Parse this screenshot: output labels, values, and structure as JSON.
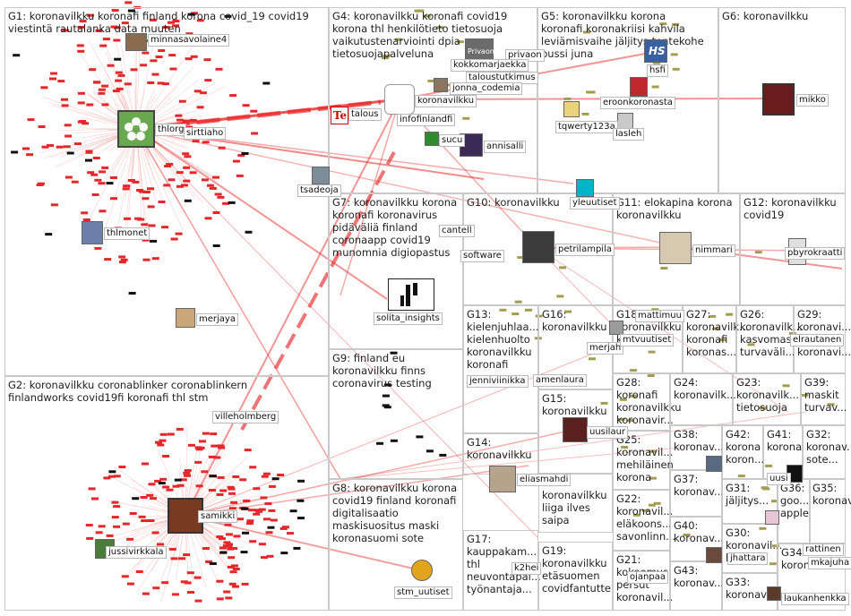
{
  "groups": [
    {
      "id": "g1",
      "title": "G1: koronavilkku koronafi finland korona covid_19 covid19\nviestintä rautalanka data muuten"
    },
    {
      "id": "g2",
      "title": "G2: koronavilkku coronablinker coronablinkern\nfinlandworks covid19fi koronafi thl stm"
    },
    {
      "id": "g4",
      "title": "G4: koronavilkku koronafi covid19\nkorona thl henkilötieto tietosuoja\nvaikutustenarviointi dpia\ntietosuojapalveluna"
    },
    {
      "id": "g5",
      "title": "G5: koronavilkku korona\nkoronafi koronakriisi kahvila\nleviämisvaihe jäljitys tentekohe\nbussi juna"
    },
    {
      "id": "g6",
      "title": "G6: koronavilkku"
    },
    {
      "id": "g7",
      "title": "G7: koronavilkku korona\nkoronafi koronavirus\npidäväliä finland\ncoronaapp covid19\nmunomnia digiopastus"
    },
    {
      "id": "g9",
      "title": "G9: finland eu\nkoronavilkku finns\ncoronavirus testing"
    },
    {
      "id": "g8",
      "title": "G8: koronavilkku korona\ncovid19 finland koronafi\ndigitalisaatio\nmaskisuositus maski\nkoronasuomi sote"
    },
    {
      "id": "g10",
      "title": "G10: koronavilkku"
    },
    {
      "id": "g11",
      "title": "G11: elokapina korona\nkoronavilkku"
    },
    {
      "id": "g12",
      "title": "G12: koronavilkku\ncovid19"
    },
    {
      "id": "g13",
      "title": "G13:\nkielenjuhlaa...\nkielenhuolto\nkoronavilkku\nkoronafi"
    },
    {
      "id": "g16",
      "title": "G16:\nkoronavilkku"
    },
    {
      "id": "g18",
      "title": "G18:\nkoronavilkku\nkoronafi"
    },
    {
      "id": "g27",
      "title": "G27:\nkoronavilk...\nkoronafi\nkoronas..."
    },
    {
      "id": "g26",
      "title": "G26:\nkoronavilk...\nkasvomaski\nturvaväli..."
    },
    {
      "id": "g29",
      "title": "G29:\nkoronavi...\nmaski\nkoronavi..."
    },
    {
      "id": "g15",
      "title": "G15:\nkoronavilkku"
    },
    {
      "id": "g28",
      "title": "G28:\nkoronafi\nkoronavilkku\nkoronavir..."
    },
    {
      "id": "g24",
      "title": "G24:\nkoronavilk..."
    },
    {
      "id": "g23",
      "title": "G23:\nkoronavilk...\ntietosuoja"
    },
    {
      "id": "g39",
      "title": "G39:\nmaskit\nturvav..."
    },
    {
      "id": "g14",
      "title": "G14:\nkoronavilkku"
    },
    {
      "id": "g25",
      "title": "G25:\nkoronavil...\nmehiläinen\nkorona"
    },
    {
      "id": "g38",
      "title": "G38:\nkoronav..."
    },
    {
      "id": "g42",
      "title": "G42:\nkorona\nkoron..."
    },
    {
      "id": "g41",
      "title": "G41:\nkorona"
    },
    {
      "id": "g32",
      "title": "G32:\nkoronav...\nsote..."
    },
    {
      "id": "g20",
      "title": "G20:\nkoronavilkku\nliiga ilves\nsaipa"
    },
    {
      "id": "g22",
      "title": "G22:\nkoronavil...\neläkoons...\nsavonlinn..."
    },
    {
      "id": "g37",
      "title": "G37:\nkoronav..."
    },
    {
      "id": "g31",
      "title": "G31:\njäljitys..."
    },
    {
      "id": "g36",
      "title": "G36:\ngoo...\napple"
    },
    {
      "id": "g35",
      "title": "G35:\nkoronav..."
    },
    {
      "id": "g40",
      "title": "G40:\nkoronav..."
    },
    {
      "id": "g30",
      "title": "G30:\nkoronavil...\nkoronafi"
    },
    {
      "id": "g17",
      "title": "G17:\nkauppakam...\nthl\nneuvontapal...\ntyönantaja..."
    },
    {
      "id": "g19",
      "title": "G19:\nkoronavilkku\netäsuomen\ncovidfantutte"
    },
    {
      "id": "g21",
      "title": "G21:\nkokoomus\npersut\nkoronavil..."
    },
    {
      "id": "g43",
      "title": "G43:\nkoronav..."
    },
    {
      "id": "g33",
      "title": "G33:\nkoronav..."
    },
    {
      "id": "g34",
      "title": "G34:\nkorona..."
    }
  ],
  "labels": [
    {
      "id": "minnasavolaine4",
      "text": "minnasavolaine4"
    },
    {
      "id": "thlorg",
      "text": "thlorg"
    },
    {
      "id": "sirttiaho",
      "text": "sirttiaho"
    },
    {
      "id": "thlmonet",
      "text": "thlmonet"
    },
    {
      "id": "tsadeoja",
      "text": "tsadeoja"
    },
    {
      "id": "merjaya",
      "text": "merjaya"
    },
    {
      "id": "villeholmberg",
      "text": "villeholmberg"
    },
    {
      "id": "samikki",
      "text": "samikki"
    },
    {
      "id": "jussivirkkala",
      "text": "jussivirkkala"
    },
    {
      "id": "privaon",
      "text": "privaon"
    },
    {
      "id": "kokko",
      "text": "kokkomarjaekka"
    },
    {
      "id": "taloustutkimus",
      "text": "taloustutkimus"
    },
    {
      "id": "jonna",
      "text": "jonna_codemia"
    },
    {
      "id": "koronavilkku",
      "text": "koronavilkku"
    },
    {
      "id": "talous",
      "text": "talous"
    },
    {
      "id": "infofinlandfi",
      "text": "infofinlandfi"
    },
    {
      "id": "sucu",
      "text": "sucu"
    },
    {
      "id": "annisalli",
      "text": "annisalli"
    },
    {
      "id": "hsfi",
      "text": "hsfi"
    },
    {
      "id": "eroonkoronasta",
      "text": "eroonkoronasta"
    },
    {
      "id": "tqwerty123a",
      "text": "tqwerty123a"
    },
    {
      "id": "lasleh",
      "text": "lasleh"
    },
    {
      "id": "mikko",
      "text": "mikko"
    },
    {
      "id": "yleuutiset",
      "text": "yleuutiset"
    },
    {
      "id": "petrilampila",
      "text": "petrilampila"
    },
    {
      "id": "nimmari",
      "text": "nimmari"
    },
    {
      "id": "pbyrokraatti",
      "text": "pbyrokraatti"
    },
    {
      "id": "cantell",
      "text": "cantell"
    },
    {
      "id": "software",
      "text": "software"
    },
    {
      "id": "solita",
      "text": "solita_insights"
    },
    {
      "id": "mattimuu",
      "text": "mattimuu"
    },
    {
      "id": "merjah",
      "text": "merjah"
    },
    {
      "id": "mtvuutiset",
      "text": "mtvuutiset"
    },
    {
      "id": "elrautanen",
      "text": "elrautanen"
    },
    {
      "id": "jenniviinikka",
      "text": "jenniviinikka"
    },
    {
      "id": "amenlaura",
      "text": "amenlaura"
    },
    {
      "id": "uusilaur",
      "text": "uusilaur"
    },
    {
      "id": "eliasm",
      "text": "eliasmahdi"
    },
    {
      "id": "stm_uutiset",
      "text": "stm_uutiset"
    },
    {
      "id": "k2hei",
      "text": "k2hei"
    },
    {
      "id": "ojanpaa",
      "text": "ojanpaa"
    },
    {
      "id": "jhattara",
      "text": "jhattara"
    },
    {
      "id": "rattinen",
      "text": "rattinen"
    },
    {
      "id": "laukanhenkka",
      "text": "laukanhenkka"
    },
    {
      "id": "uusi",
      "text": "uusi"
    },
    {
      "id": "mkajuha",
      "text": "mkajuha"
    }
  ],
  "colors": {
    "edge": "#e8292b",
    "edge_light": "#f3a7a8",
    "box_border": "#c9c9c9",
    "node_red": "#e5262a",
    "node_green": "#2f9e3c",
    "node_black": "#111111",
    "node_olive": "#a39c53"
  }
}
